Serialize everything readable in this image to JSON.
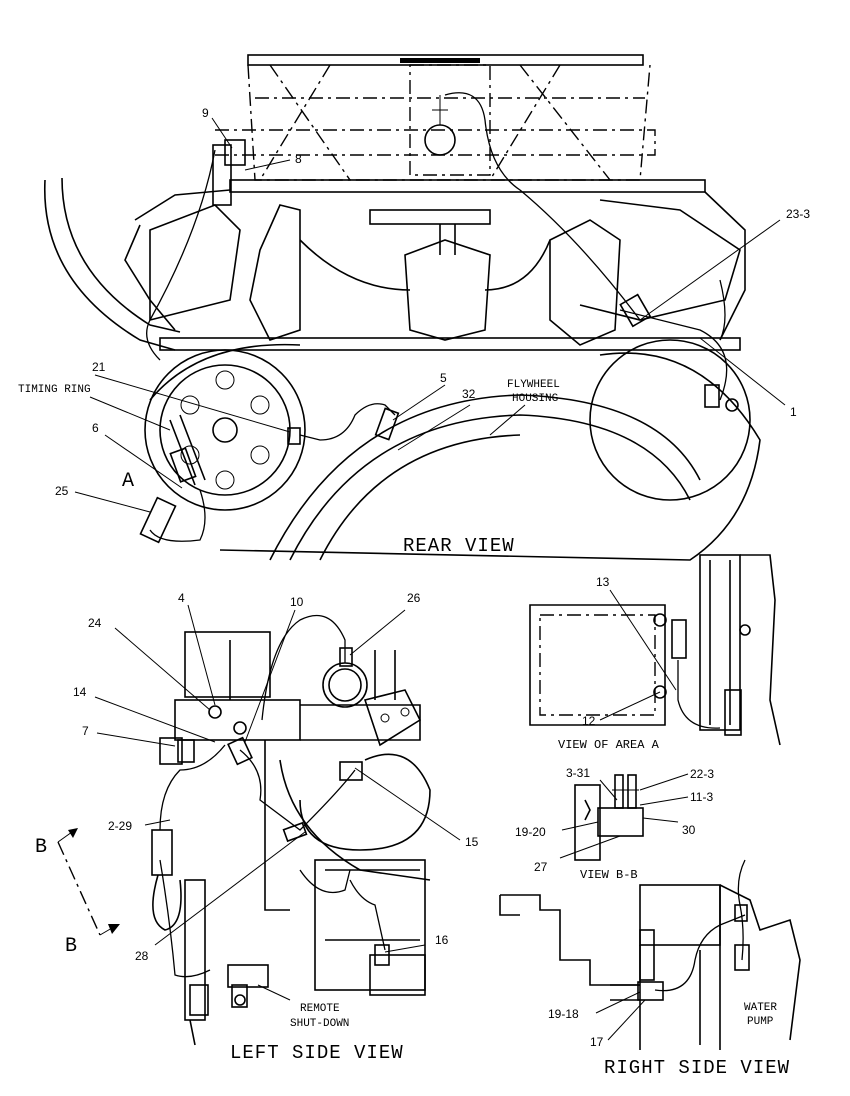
{
  "views": {
    "rear": "REAR VIEW",
    "left_side": "LEFT SIDE VIEW",
    "area_a": "VIEW OF AREA A",
    "bb": "VIEW B-B",
    "right_side": "RIGHT SIDE VIEW"
  },
  "annotations": {
    "timing_ring": "TIMING RING",
    "flywheel_1": "FLYWHEEL",
    "flywheel_2": "HOUSING",
    "remote_1": "REMOTE",
    "remote_2": "SHUT-DOWN",
    "water_1": "WATER",
    "water_2": "PUMP",
    "marker_a": "A",
    "marker_b1": "B",
    "marker_b2": "B"
  },
  "callouts": {
    "c9": "9",
    "c8": "8",
    "c23_3": "23-3",
    "c21": "21",
    "c5": "5",
    "c32": "32",
    "c6": "6",
    "c25": "25",
    "c1": "1",
    "c4": "4",
    "c10": "10",
    "c26": "26",
    "c24": "24",
    "c14": "14",
    "c7": "7",
    "c2_29": "2-29",
    "c15": "15",
    "c28": "28",
    "c16": "16",
    "c13": "13",
    "c12": "12",
    "c3_31": "3-31",
    "c22_3": "22-3",
    "c11_3": "11-3",
    "c19_20": "19-20",
    "c30": "30",
    "c27": "27",
    "c19_18": "19-18",
    "c17": "17"
  }
}
